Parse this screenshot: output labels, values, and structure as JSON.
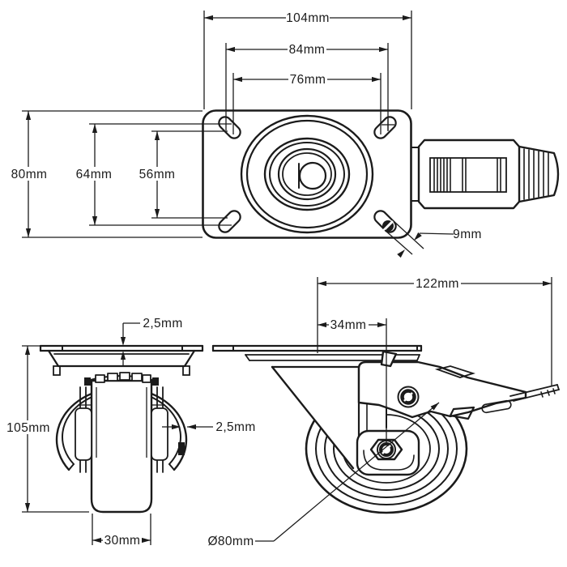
{
  "drawing": {
    "subject": "swivel-castor-with-plate-and-brake-technical-drawing",
    "background_color": "#ffffff",
    "line_color": "#1b1b1b",
    "views": {
      "top_view": "plate top view with brake pedal",
      "front_view": "castor front view",
      "side_view": "castor side view with brake"
    },
    "dimensions": {
      "top_view": {
        "overall_width": "104mm",
        "bolt_hole_spacing_wide": "84mm",
        "bolt_hole_spacing_narrow": "76mm",
        "overall_depth": "80mm",
        "bolt_hole_spacing_deep": "64mm",
        "bolt_hole_spacing_shallow": "56mm",
        "bolt_slot_width": "9mm"
      },
      "front_view": {
        "plate_thickness": "2,5mm",
        "overall_height": "105mm",
        "fork_wall_thickness": "2,5mm",
        "wheel_width": "30mm"
      },
      "side_view": {
        "overall_length": "122mm",
        "swivel_offset": "34mm",
        "wheel_diameter": "Ø80mm"
      }
    }
  }
}
